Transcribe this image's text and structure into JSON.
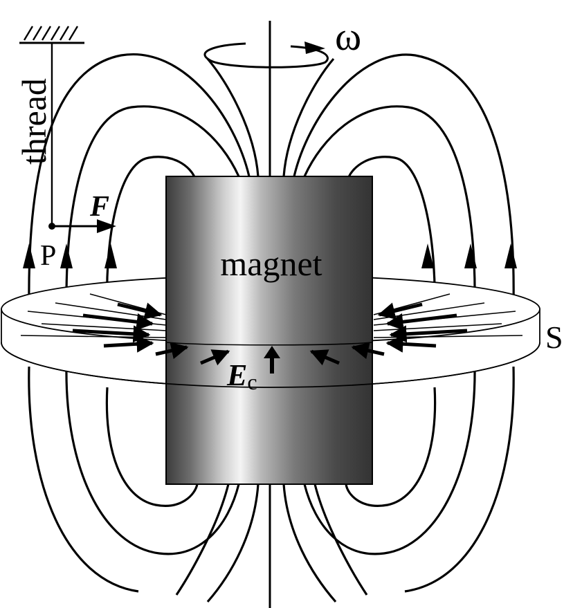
{
  "labels": {
    "thread": "thread",
    "omega": "ω",
    "force": "F",
    "point": "P",
    "magnet": "magnet",
    "disk": "S",
    "field_main": "E",
    "field_sub": "c"
  },
  "colors": {
    "line": "#000000",
    "background": "#ffffff",
    "magnet_dark": "#3a3a3a",
    "magnet_light": "#f2f2f2"
  }
}
